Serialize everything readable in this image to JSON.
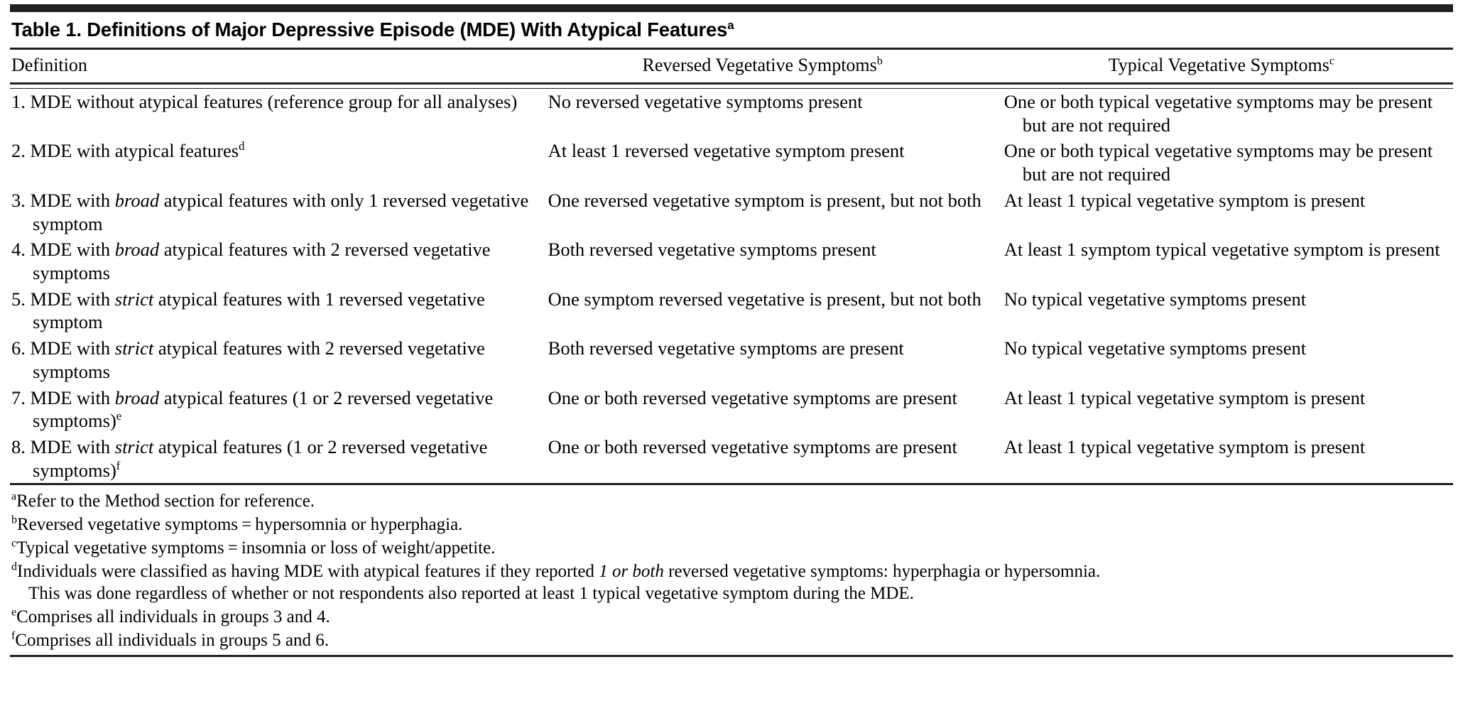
{
  "figure": {
    "title_prefix": "Table 1. Definitions of Major Depressive Episode (MDE) With Atypical Features",
    "title_superscript": "a"
  },
  "table": {
    "headers": {
      "definition": "Definition",
      "reversed": "Reversed Vegetative Symptoms",
      "reversed_sup": "b",
      "typical": "Typical Vegetative Symptoms",
      "typical_sup": "c"
    },
    "rows": [
      {
        "num": "1.",
        "def_pre": " MDE without atypical features (reference group for all analyses)",
        "def_italic": "",
        "def_post": "",
        "def_sup": "",
        "reversed": "No reversed vegetative symptoms present",
        "typical": "One or both typical vegetative symptoms may be present but are not required"
      },
      {
        "num": "2.",
        "def_pre": " MDE with atypical features",
        "def_italic": "",
        "def_post": "",
        "def_sup": "d",
        "reversed": "At least 1 reversed vegetative symptom present",
        "typical": "One or both typical vegetative symptoms may be present but are not required"
      },
      {
        "num": "3.",
        "def_pre": " MDE with ",
        "def_italic": "broad",
        "def_post": " atypical features with only 1 reversed vegetative symptom",
        "def_sup": "",
        "reversed": "One reversed vegetative symptom is present, but not both",
        "typical": "At least 1 typical vegetative symptom is present"
      },
      {
        "num": "4.",
        "def_pre": " MDE with ",
        "def_italic": "broad",
        "def_post": " atypical features with 2 reversed vegetative symptoms",
        "def_sup": "",
        "reversed": "Both reversed vegetative symptoms present",
        "typical": "At least 1 symptom typical vegetative symptom is present"
      },
      {
        "num": "5.",
        "def_pre": " MDE with ",
        "def_italic": "strict",
        "def_post": " atypical features with 1 reversed vegetative symptom",
        "def_sup": "",
        "reversed": "One symptom reversed vegetative is present, but not both",
        "typical": "No typical vegetative symptoms present"
      },
      {
        "num": "6.",
        "def_pre": " MDE with ",
        "def_italic": "strict",
        "def_post": " atypical features with 2 reversed vegetative symptoms",
        "def_sup": "",
        "reversed": "Both reversed vegetative symptoms are present",
        "typical": "No typical vegetative symptoms present"
      },
      {
        "num": "7.",
        "def_pre": " MDE with ",
        "def_italic": "broad",
        "def_post": " atypical features (1 or 2 reversed vegetative symptoms)",
        "def_sup": "e",
        "reversed": "One or both reversed vegetative symptoms are present",
        "typical": "At least 1 typical vegetative symptom is present"
      },
      {
        "num": "8.",
        "def_pre": " MDE with ",
        "def_italic": "strict",
        "def_post": " atypical features (1 or 2 reversed vegetative symptoms)",
        "def_sup": "f",
        "reversed": "One or both reversed vegetative symptoms are present",
        "typical": "At least 1 typical vegetative symptom is present"
      }
    ]
  },
  "footnotes": [
    {
      "marker": "a",
      "text": "Refer to the Method section for reference.",
      "italic": "",
      "text_after": "",
      "continuation": ""
    },
    {
      "marker": "b",
      "text": "Reversed vegetative symptoms = hypersomnia or hyperphagia.",
      "italic": "",
      "text_after": "",
      "continuation": ""
    },
    {
      "marker": "c",
      "text": "Typical vegetative symptoms = insomnia or loss of weight/appetite.",
      "italic": "",
      "text_after": "",
      "continuation": ""
    },
    {
      "marker": "d",
      "text": "Individuals were classified as having MDE with atypical features if they reported ",
      "italic": "1 or both",
      "text_after": " reversed vegetative symptoms: hyperphagia or hypersomnia.",
      "continuation": "This was done regardless of whether or not respondents also reported at least 1 typical vegetative symptom during the MDE."
    },
    {
      "marker": "e",
      "text": "Comprises all individuals in groups 3 and 4.",
      "italic": "",
      "text_after": "",
      "continuation": ""
    },
    {
      "marker": "f",
      "text": "Comprises all individuals in groups 5 and 6.",
      "italic": "",
      "text_after": "",
      "continuation": ""
    }
  ]
}
